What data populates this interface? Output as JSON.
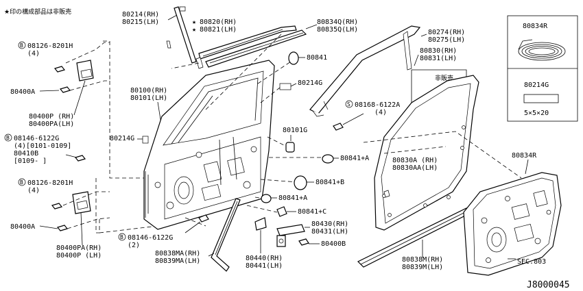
{
  "note": "★印の構成部品は非販売",
  "diagram_code": "J8000045",
  "not_sold_label": "非販売",
  "labels": {
    "p80214_rh": "80214(RH)",
    "p80215_lh": "80215(LH)",
    "p80820_rh": "80820(RH)",
    "p80821_lh": "80821(LH)",
    "p80834q_rh": "80834Q(RH)",
    "p80835q_lh": "80835Q(LH)",
    "p80841": "80841",
    "p80214g_a": "80214G",
    "bolt_08126_a": "08126-8201H",
    "bolt_08126_a_qty": "(4)",
    "p80400a_a": "80400A",
    "p80400p_rh": "80400P (RH)",
    "p80400pa_lh": "80400PA(LH)",
    "bolt_08146_a": "08146-6122G",
    "bolt_08146_a_qty": "(4)[0101-0109]",
    "p80410b": "80410B",
    "p80410b_date": "[0109-    ]",
    "bolt_08126_b": "08126-8201H",
    "bolt_08126_b_qty": "(4)",
    "p80400a_b": "80400A",
    "p80400pa_rh": "80400PA(RH)",
    "p80400p_lh": "80400P (LH)",
    "p80100_rh": "80100(RH)",
    "p80101_lh": "80101(LH)",
    "p80214g_b": "80214G",
    "p80274_rh": "80274(RH)",
    "p80275_lh": "80275(LH)",
    "p80830_rh": "80830(RH)",
    "p80831_lh": "80831(LH)",
    "bolt_08168": "08168-6122A",
    "bolt_08168_qty": "(4)",
    "p80101g": "80101G",
    "p80841a_a": "80841+A",
    "p80830a_rh": "80830A (RH)",
    "p80830aa_lh": "80830AA(LH)",
    "p80841b": "80841+B",
    "p80841a_b": "80841+A",
    "p80841c": "80841+C",
    "p80430_rh": "80430(RH)",
    "p80431_lh": "80431(LH)",
    "p80400b": "80400B",
    "bolt_08146_b": "08146-6122G",
    "bolt_08146_b_qty": "(2)",
    "p80838ma_rh": "80838MA(RH)",
    "p80839ma_lh": "80839MA(LH)",
    "p80440_rh": "80440(RH)",
    "p80441_lh": "80441(LH)",
    "p80838m_rh": "80838M(RH)",
    "p80839m_lh": "80839M(LH)",
    "p80834r": "80834R",
    "sec803": "SEC.803"
  },
  "legend_box": {
    "top_part": "80834R",
    "bottom_part": "80214G",
    "bottom_size": "5×5×20"
  }
}
